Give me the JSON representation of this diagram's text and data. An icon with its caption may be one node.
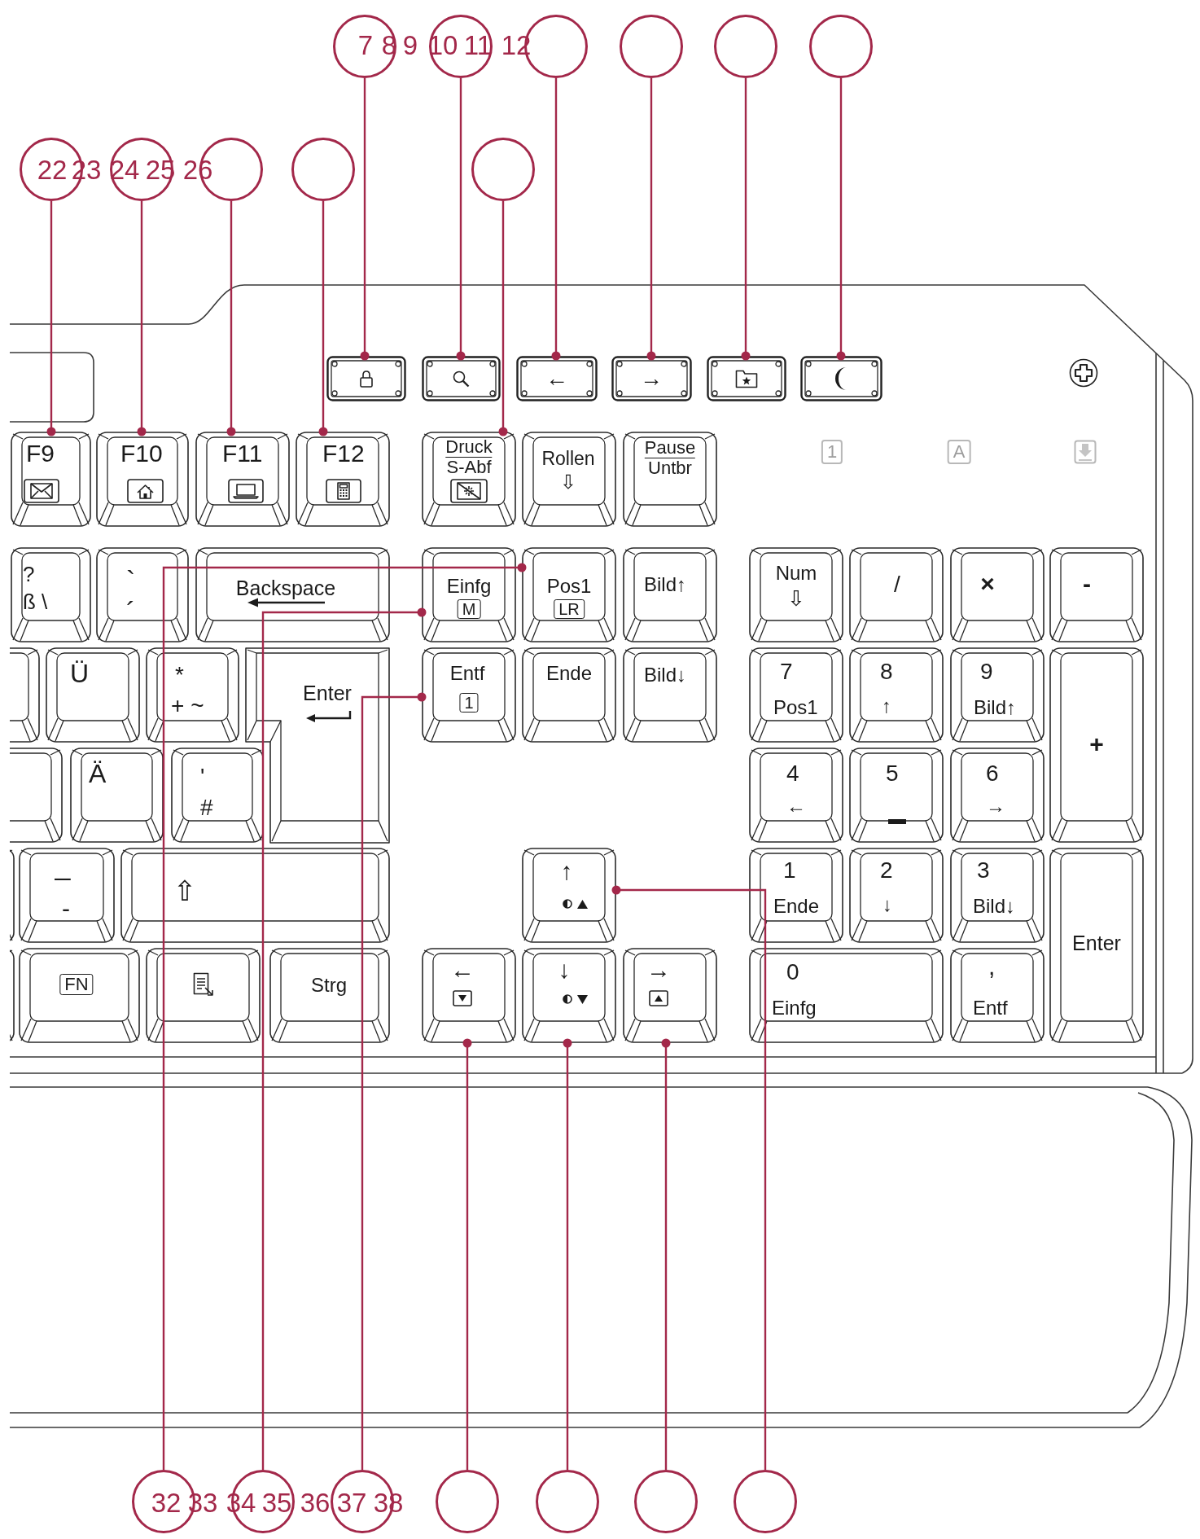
{
  "diagram": {
    "nodes": [
      {
        "text": [],
        "shape": "circle"
      },
      {
        "text": [],
        "shape": "circle"
      },
      {
        "text": [],
        "shape": "circle"
      },
      {
        "text": [],
        "shape": "circle"
      },
      {
        "text": [],
        "shape": "circle"
      },
      {
        "text": [],
        "shape": "circle"
      },
      {
        "text": [],
        "shape": "circle"
      },
      {
        "text": [],
        "shape": "circle"
      },
      {
        "text": [],
        "shape": "circle"
      },
      {
        "text": [],
        "shape": "circle"
      },
      {
        "text": [],
        "shape": "circle"
      },
      {
        "text": [],
        "shape": "box"
      },
      {
        "text": [],
        "shape": "box"
      },
      {
        "text": [
          "←"
        ]
      },
      {
        "text": [
          "→"
        ]
      },
      {
        "text": [],
        "shape": "box"
      },
      {
        "text": [],
        "shape": "box"
      },
      {
        "text": [
          "F9"
        ]
      },
      {
        "text": [
          "F10"
        ]
      },
      {
        "text": [
          "F11"
        ]
      },
      {
        "text": [
          "F12"
        ]
      },
      {
        "text": [
          "Druck",
          "S-Abf"
        ]
      },
      {
        "text": [
          "Rollen",
          "⇩"
        ]
      },
      {
        "text": [
          "Pause",
          "Untbr"
        ]
      },
      {
        "text": [
          "?",
          "ß \\"
        ]
      },
      {
        "text": [
          "`",
          "´"
        ]
      },
      {
        "text": [
          "Backspace"
        ]
      },
      {
        "text": [
          "Einfg",
          "M"
        ]
      },
      {
        "text": [
          "Pos1",
          "LR"
        ]
      },
      {
        "text": [
          "Bild↑"
        ]
      },
      {
        "text": [
          "Num",
          "⇩"
        ]
      },
      {
        "text": [
          "/"
        ]
      },
      {
        "text": [
          "×"
        ]
      },
      {
        "text": [
          "-"
        ]
      },
      {
        "text": [],
        "shape": "box"
      },
      {
        "text": [
          "Ü"
        ]
      },
      {
        "text": [
          "*",
          "+ ~"
        ]
      },
      {
        "text": [
          "Enter"
        ]
      },
      {
        "text": [
          "Entf",
          "1"
        ]
      },
      {
        "text": [
          "Ende"
        ]
      },
      {
        "text": [
          "Bild↓"
        ]
      },
      {
        "text": [
          "7",
          "Pos1"
        ]
      },
      {
        "text": [
          "8",
          "↑"
        ]
      },
      {
        "text": [
          "9",
          "Bild↑"
        ]
      },
      {
        "text": [
          "+"
        ]
      },
      {
        "text": [],
        "shape": "box"
      },
      {
        "text": [
          "Ä"
        ]
      },
      {
        "text": [
          "'",
          "#"
        ]
      },
      {
        "text": [
          "4",
          "←"
        ]
      },
      {
        "text": [
          "5"
        ]
      },
      {
        "text": [
          "6",
          "→"
        ]
      },
      {
        "text": [],
        "shape": "box"
      },
      {
        "text": [
          "_",
          "-"
        ]
      },
      {
        "text": [
          "⇧"
        ]
      },
      {
        "text": [
          "↑"
        ]
      },
      {
        "text": [
          "1",
          "Ende"
        ]
      },
      {
        "text": [
          "2",
          "↓"
        ]
      },
      {
        "text": [
          "3",
          "Bild↓"
        ]
      },
      {
        "text": [
          "Enter"
        ]
      },
      {
        "text": [],
        "shape": "box"
      },
      {
        "text": [
          "FN"
        ]
      },
      {
        "text": [],
        "shape": "box"
      },
      {
        "text": [
          "Strg"
        ]
      },
      {
        "text": [
          "←"
        ]
      },
      {
        "text": [
          "↓"
        ]
      },
      {
        "text": [
          "→"
        ]
      },
      {
        "text": [
          "0",
          "Einfg"
        ]
      },
      {
        "text": [
          ",",
          "Entf"
        ]
      },
      {
        "text": [],
        "shape": "circle"
      },
      {
        "text": [],
        "shape": "circle"
      },
      {
        "text": [],
        "shape": "circle"
      },
      {
        "text": [],
        "shape": "circle"
      },
      {
        "text": [],
        "shape": "circle"
      },
      {
        "text": [],
        "shape": "circle"
      },
      {
        "text": [],
        "shape": "circle"
      }
    ],
    "edges": [
      {
        "from": 0,
        "to": 11,
        "arrow": "other"
      },
      {
        "from": 1,
        "to": 12,
        "arrow": "other"
      },
      {
        "from": 2,
        "to": 13,
        "arrow": "other"
      },
      {
        "from": 3,
        "to": 14,
        "arrow": "other"
      },
      {
        "from": 4,
        "to": 15,
        "arrow": "other"
      },
      {
        "from": 5,
        "to": 16,
        "arrow": "other"
      },
      {
        "from": 6,
        "to": 17,
        "arrow": "other"
      },
      {
        "from": 7,
        "to": 18,
        "arrow": "other"
      },
      {
        "from": 8,
        "to": 19,
        "arrow": "other"
      },
      {
        "from": 9,
        "to": 20,
        "arrow": "other"
      },
      {
        "from": 10,
        "to": 21,
        "arrow": "other"
      },
      {
        "from": 68,
        "to": 28,
        "arrow": "other"
      },
      {
        "from": 69,
        "to": 27,
        "arrow": "other"
      },
      {
        "from": 70,
        "to": 38,
        "arrow": "other"
      },
      {
        "from": 71,
        "to": 63,
        "arrow": "other"
      },
      {
        "from": 72,
        "to": 64,
        "arrow": "other"
      },
      {
        "from": 73,
        "to": 65,
        "arrow": "other"
      },
      {
        "from": 74,
        "to": 54,
        "arrow": "other"
      }
    ],
    "labels": [
      "7",
      "8",
      "9",
      "10",
      "11",
      "12",
      "22",
      "23",
      "24",
      "25",
      "26",
      "1",
      "A",
      "32",
      "33",
      "34",
      "35",
      "36",
      "37",
      "38"
    ]
  }
}
